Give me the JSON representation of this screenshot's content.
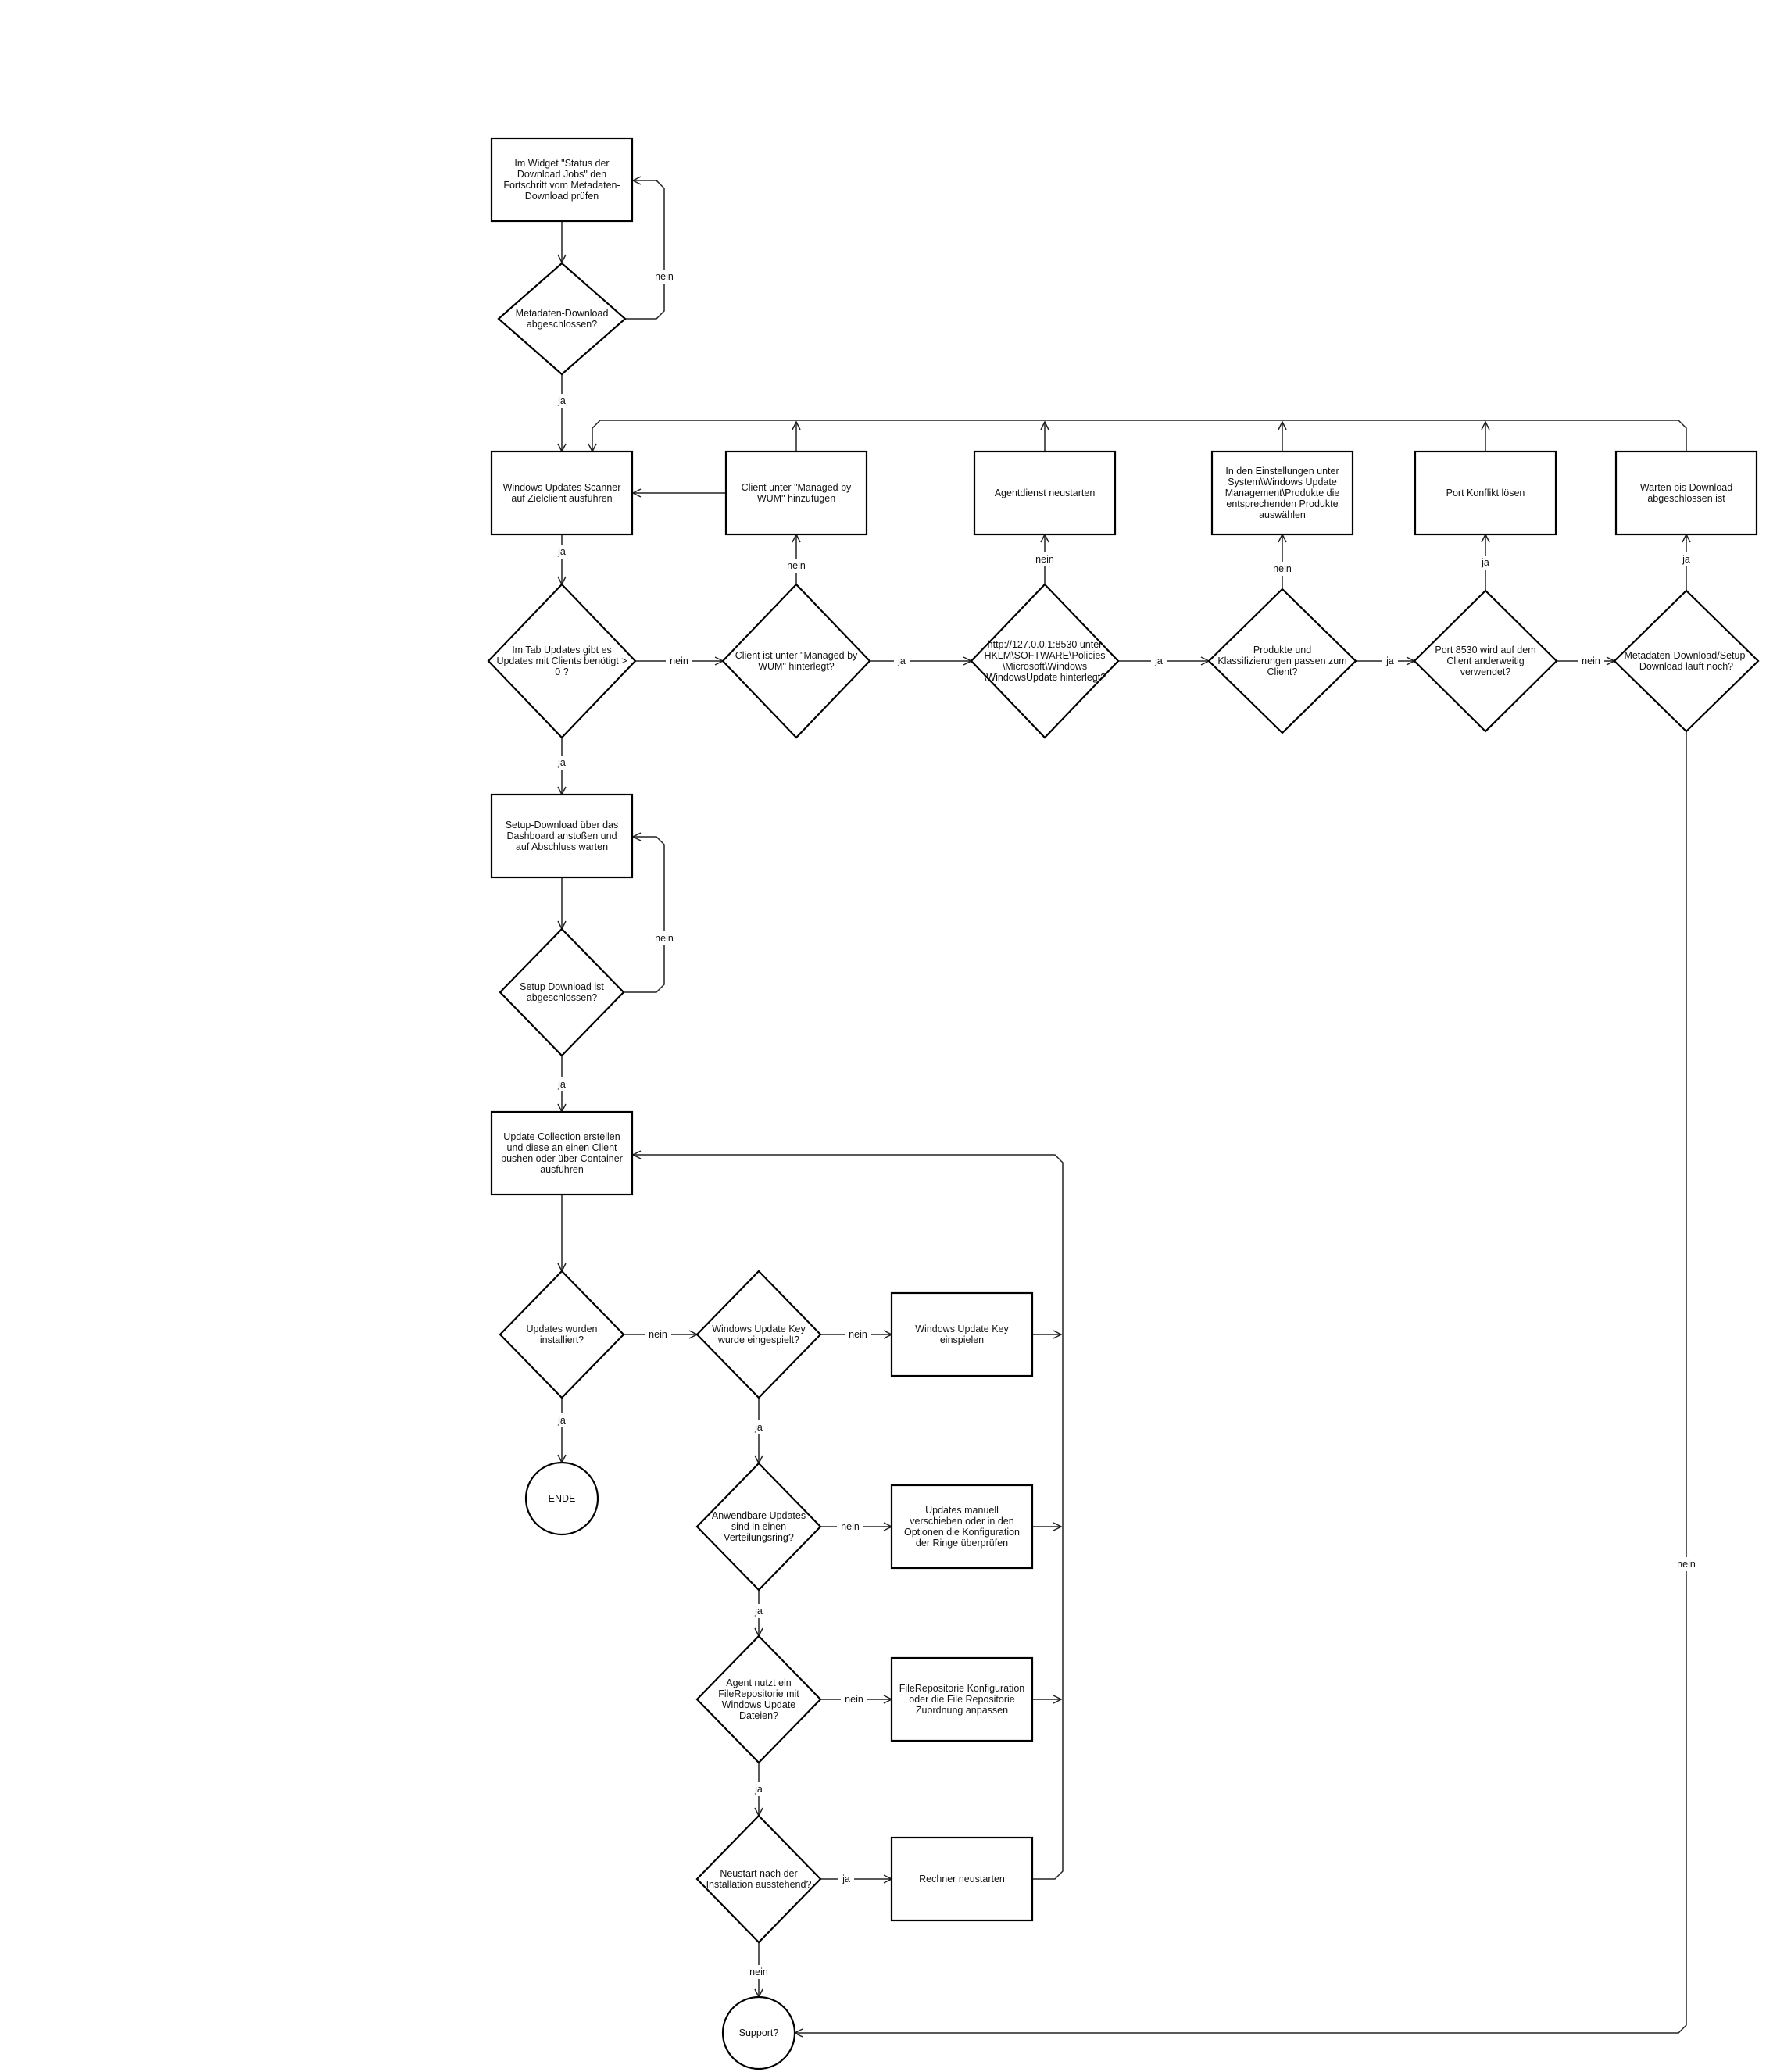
{
  "nodes": {
    "n_metadata_check": [
      "Im Widget \"Status der",
      "Download Jobs\" den",
      "Fortschritt vom Metadaten-",
      "Download prüfen"
    ],
    "d_metadata_done": [
      "Metadaten-Download",
      "abgeschlossen?"
    ],
    "n_run_scanner": [
      "Windows Updates Scanner",
      "auf Zielclient ausführen"
    ],
    "d_updates_needed": [
      "Im Tab Updates gibt es",
      "Updates mit Clients benötigt >",
      "0 ?"
    ],
    "d_managed_by_wum": [
      "Client ist unter \"Managed by",
      "WUM\" hinterlegt?"
    ],
    "n_add_client": [
      "Client unter \"Managed by",
      "WUM\" hinzufügen"
    ],
    "d_registry": [
      "http://127.0.0.1:8530 unter",
      "HKLM\\SOFTWARE\\Policies",
      "\\Microsoft\\Windows",
      "\\WindowsUpdate hinterlegt?"
    ],
    "n_restart_agent": [
      "Agentdienst neustarten"
    ],
    "d_products_match": [
      "Produkte und",
      "Klassifizierungen passen zum",
      "Client?"
    ],
    "n_select_products": [
      "In den Einstellungen unter",
      "System\\Windows Update",
      "Management\\Produkte die",
      "entsprechenden Produkte",
      "auswählen"
    ],
    "d_port_used": [
      "Port 8530 wird auf dem",
      "Client anderweitig",
      "verwendet?"
    ],
    "n_port_conflict": [
      "Port Konflikt lösen"
    ],
    "d_download_running": [
      "Metadaten-Download/Setup-",
      "Download läuft noch?"
    ],
    "n_wait_download": [
      "Warten bis Download",
      "abgeschlossen ist"
    ],
    "n_setup_download": [
      "Setup-Download über das",
      "Dashboard anstoßen und",
      "auf Abschluss warten"
    ],
    "d_setup_done": [
      "Setup Download ist",
      "abgeschlossen?"
    ],
    "n_update_collection": [
      "Update Collection erstellen",
      "und diese an einen Client",
      "pushen oder über Container",
      "ausführen"
    ],
    "d_installed": [
      "Updates wurden",
      "installiert?"
    ],
    "c_end": [
      "ENDE"
    ],
    "d_key_applied": [
      "Windows Update Key",
      "wurde eingespielt?"
    ],
    "n_apply_key": [
      "Windows Update Key",
      "einspielen"
    ],
    "d_ring": [
      "Anwendbare Updates",
      "sind in einen",
      "Verteilungsring?"
    ],
    "n_move_updates": [
      "Updates manuell",
      "verschieben oder in den",
      "Optionen die Konfiguration",
      "der Ringe überprüfen"
    ],
    "d_file_repo": [
      "Agent nutzt ein",
      "FileRepositorie mit",
      "Windows Update",
      "Dateien?"
    ],
    "n_adjust_repo": [
      "FileRepositorie Konfiguration",
      "oder die File Repositorie",
      "Zuordnung anpassen"
    ],
    "d_restart_pending": [
      "Neustart nach der",
      "Installation ausstehend?"
    ],
    "n_restart_pc": [
      "Rechner neustarten"
    ],
    "c_support": [
      "Support?"
    ]
  },
  "edge_labels": {
    "metadata_no": "nein",
    "metadata_yes": "ja",
    "scanner_yes": "ja",
    "updates_no": "nein",
    "updates_yes": "ja",
    "wum_no": "nein",
    "wum_yes": "ja",
    "registry_no": "nein",
    "registry_yes": "ja",
    "products_no": "nein",
    "products_yes": "ja",
    "port_yes": "ja",
    "port_no": "nein",
    "running_yes": "ja",
    "running_no": "nein",
    "setup_no": "nein",
    "setup_yes": "ja",
    "installed_no": "nein",
    "installed_yes": "ja",
    "key_no": "nein",
    "key_yes": "ja",
    "ring_no": "nein",
    "ring_yes": "ja",
    "repo_no": "nein",
    "repo_yes": "ja",
    "restart_yes": "ja",
    "restart_no": "nein"
  }
}
